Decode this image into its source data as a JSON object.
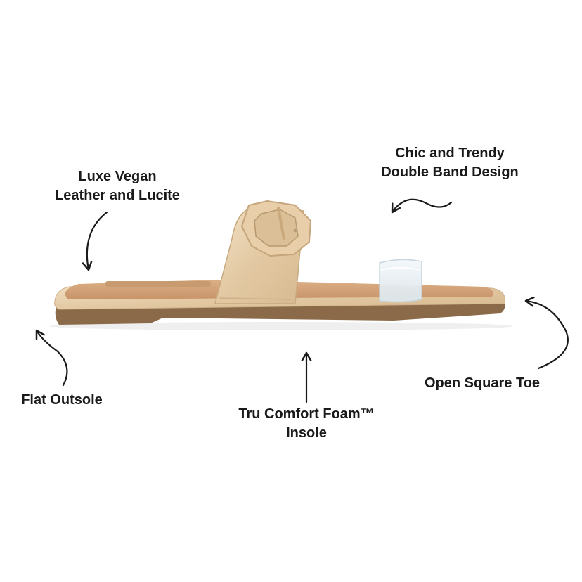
{
  "callouts": {
    "materials": {
      "line1": "Luxe Vegan",
      "line2": "Leather and Lucite"
    },
    "bands": {
      "line1": "Chic and Trendy",
      "line2": "Double Band Design"
    },
    "outsole": "Flat Outsole",
    "insole": {
      "line1": "Tru Comfort Foam™",
      "line2": "Insole"
    },
    "toe": "Open Square Toe"
  },
  "colors": {
    "text": "#1a1a1a",
    "arrow": "#1a1a1a",
    "patent_nude": "#e6ceaa",
    "footbed_tan": "#d4a47a",
    "outsole_brown": "#8a6a48",
    "lucite_clear": "#e4ecf1"
  },
  "icons": {
    "arrows": [
      "curved-arrow-icon",
      "wavy-arrow-icon",
      "curved-arrow-icon",
      "straight-arrow-icon",
      "curved-arrow-icon"
    ]
  }
}
